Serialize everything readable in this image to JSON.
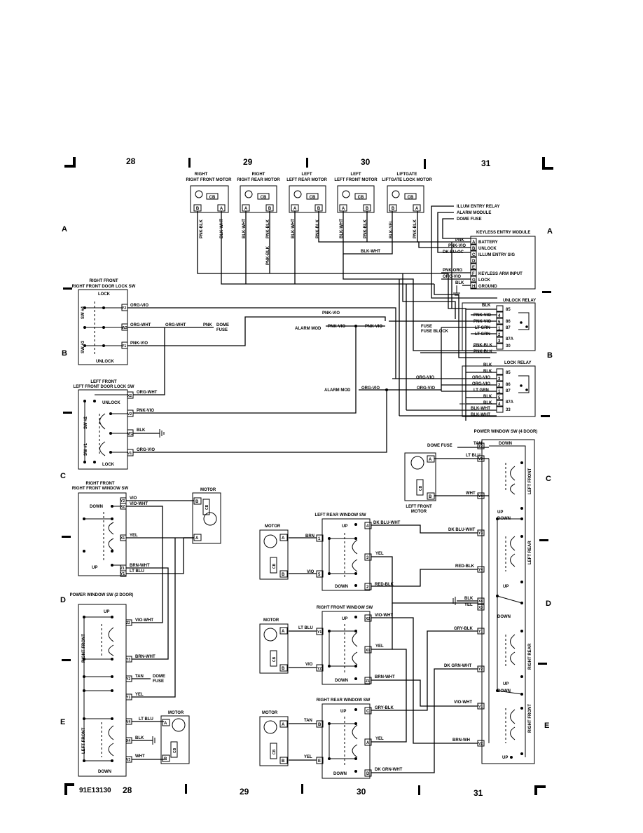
{
  "grid": {
    "top_numbers": [
      "28",
      "29",
      "30",
      "31"
    ],
    "bottom_numbers": [
      "28",
      "29",
      "30",
      "31"
    ],
    "rows": [
      "A",
      "B",
      "C",
      "D",
      "E"
    ],
    "figure_id": "91E13130"
  },
  "components": {
    "right_front_motor": "RIGHT FRONT MOTOR",
    "right_rear_motor": "RIGHT REAR MOTOR",
    "left_rear_motor": "LEFT REAR MOTOR",
    "left_front_motor": "LEFT FRONT MOTOR",
    "liftgate_lock_motor": "LIFTGATE LOCK MOTOR",
    "cb": "CB",
    "keyless_entry_module": "KEYLESS ENTRY MODULE",
    "keyless_pins": [
      "BATTERY",
      "UNLOCK",
      "ILLUM ENTRY SIG",
      "",
      "",
      "KEYLESS ARM INPUT",
      "LOCK",
      "GROUND"
    ],
    "keyless_pin_letters": [
      "A",
      "B",
      "C",
      "D",
      "E",
      "F",
      "G",
      "H"
    ],
    "illum_entry_relay": "ILLUM ENTRY RELAY",
    "alarm_module": "ALARM MODULE",
    "dome_fuse": "DOME FUSE",
    "unlock_relay": "UNLOCK RELAY",
    "lock_relay": "LOCK RELAY",
    "fuse_block": "FUSE BLOCK",
    "alarm_mod": "ALARM MOD",
    "right_front_door_lock_sw": "RIGHT FRONT DOOR LOCK SW",
    "left_front_door_lock_sw": "LEFT FRONT DOOR LOCK SW",
    "lock": "LOCK",
    "unlock": "UNLOCK",
    "sw4": "SW #4",
    "sw3": "SW #3",
    "sw2": "SW #2",
    "sw1": "SW #1",
    "right_front_window_sw": "RIGHT FRONT WINDOW SW",
    "motor": "MOTOR",
    "power_window_sw_2door": "POWER WINDOW SW (2 DOOR)",
    "power_window_sw_4door": "POWER WINDOW SW (4 DOOR)",
    "left_rear_window_sw": "LEFT REAR WINDOW SW",
    "right_front_window_sw_2": "RIGHT FRONT WINDOW SW",
    "right_rear_window_sw": "RIGHT REAR WINDOW SW",
    "left_front_motor_2": "LEFT FRONT MOTOR",
    "up": "UP",
    "down": "DOWN",
    "right_front": "RIGHT FRONT",
    "left_front": "LEFT FRONT",
    "left_rear": "LEFT REAR",
    "right_rear": "RIGHT REAR"
  },
  "wires": {
    "pnk_blk": "PNK-BLK",
    "blk_wht": "BLK-WHT",
    "blk_yel": "BLK-YEL",
    "pnk_vio": "PNK-VIO",
    "pnk": "PNK",
    "dk_bu_oc": "DK BU-OC",
    "pnk_org": "PNK-ORG",
    "org_vio": "ORG-VIO",
    "blk": "BLK",
    "org_wht": "ORG-WHT",
    "lt_grn": "LT GRN",
    "vio": "VIO",
    "vio_wht": "VIO-WHT",
    "yel": "YEL",
    "brn_wht": "BRN-WHT",
    "lt_blu": "LT BLU",
    "tan": "TAN",
    "wht": "WHT",
    "brn": "BRN",
    "dk_blu_wht": "DK BLU-WHT",
    "red_blk": "RED-BLK",
    "gry_blk": "GRY-BLK",
    "dk_grn_wht": "DK GRN-WHT",
    "brn_wh": "BRN-WH"
  }
}
